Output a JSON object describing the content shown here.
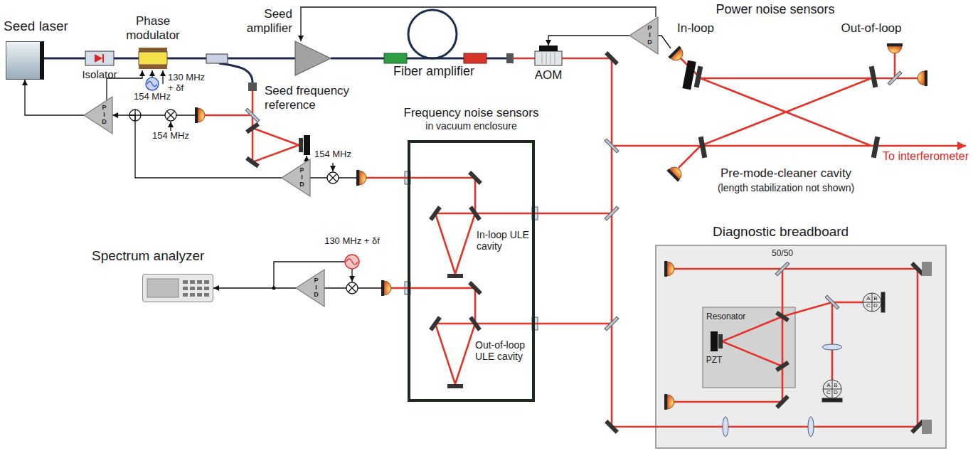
{
  "diagram": {
    "nodes": [
      {
        "text": [
          "Seed laser"
        ]
      },
      {
        "text": [
          "Seed amplifier"
        ]
      },
      {
        "text": [
          "P I D"
        ]
      },
      {
        "text": [
          "P I D"
        ]
      },
      {
        "text": [
          "P I D"
        ]
      },
      {
        "text": [
          "P I D"
        ]
      },
      {
        "text": [
          "Frequency noise sensors",
          "in vacuum enclosure"
        ]
      },
      {
        "text": [
          "Diagnostic breadboard"
        ]
      },
      {
        "text": [
          "Resonator"
        ],
        "in": 7
      },
      {
        "text": [
          "Spectrum analyzer"
        ]
      }
    ],
    "edges": [
      {
        "from": 2,
        "to": 1,
        "arrow": "to"
      },
      {
        "from": 3,
        "to": 0,
        "arrow": "to"
      },
      {
        "from": 4,
        "to": 3,
        "arrow": "to"
      },
      {
        "from": 5,
        "to": 9,
        "arrow": "to"
      }
    ],
    "labels": [
      "Isolator",
      "Phase modulator",
      "130 MHz + δf",
      "154 MHz",
      "154 MHz",
      "Fiber amplifier",
      "AOM",
      "Power noise sensors",
      "In-loop",
      "Out-of-loop",
      "Pre-mode-cleaner cavity",
      "(length stabilization not shown)",
      "To interferometer",
      "Seed frequency reference",
      "154 MHz",
      "130 MHz + δf",
      "In-loop ULE cavity",
      "Out-of-loop ULE cavity",
      "50/50",
      "PZT",
      "A",
      "B",
      "C",
      "D",
      "A",
      "B",
      "C",
      "D"
    ]
  }
}
